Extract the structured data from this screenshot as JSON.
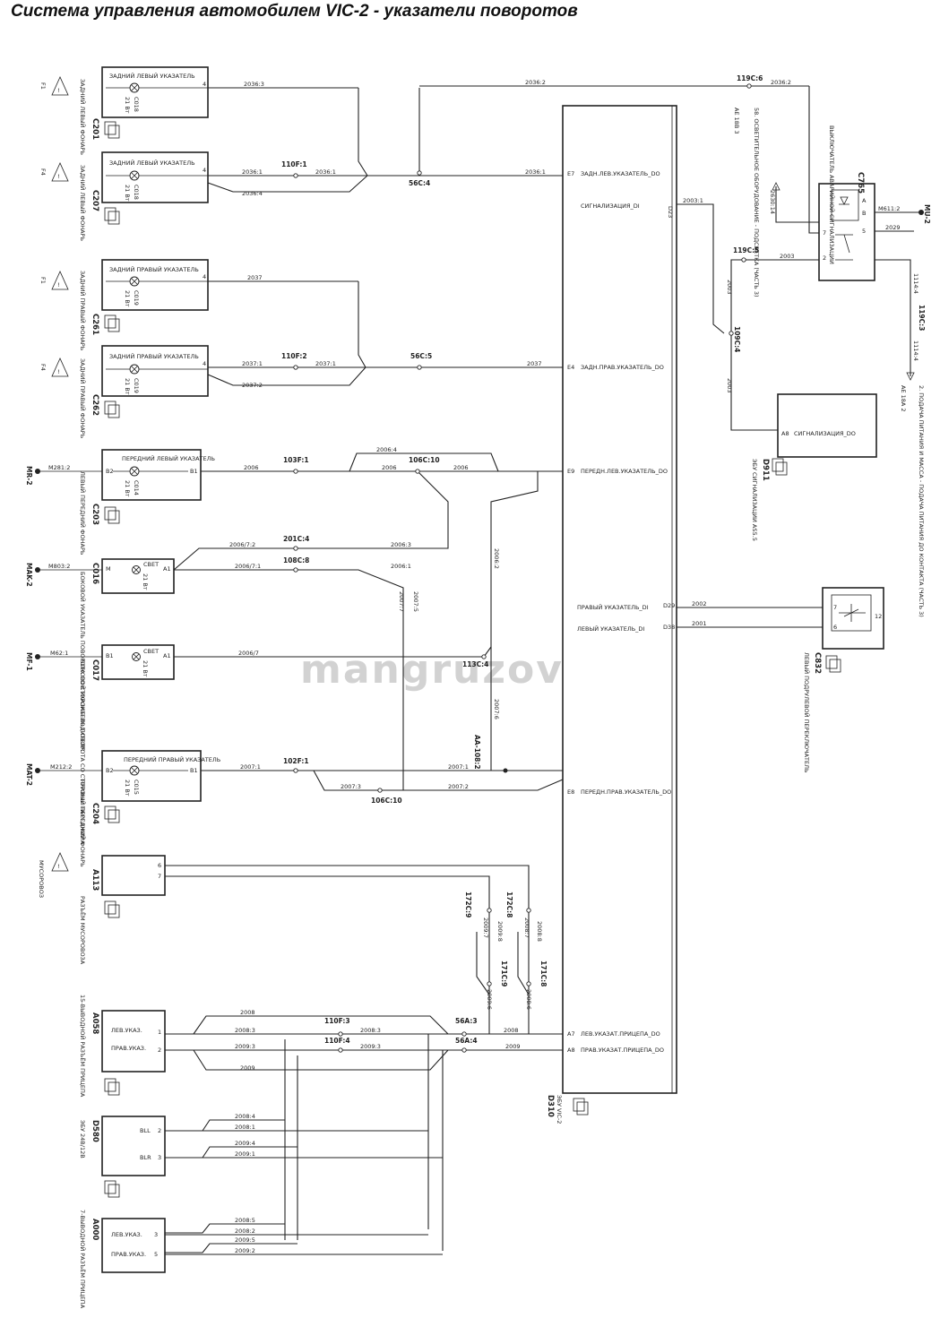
{
  "title": "Система управления автомобилем VIC-2 - указатели поворотов",
  "watermark": "mangruzovik.ru",
  "lamps": [
    {
      "code": "C201",
      "text": "ЗАДНИЙ ЛЕВЫЙ ФОНАРЬ",
      "box_title": "ЗАДНИЙ ЛЕВЫЙ УКАЗАТЕЛЬ",
      "part": "C018",
      "power": "21 Вт",
      "ground": "F1",
      "pin": "4"
    },
    {
      "code": "C207",
      "text": "ЗАДНИЙ ЛЕВЫЙ ФОНАРЬ",
      "box_title": "ЗАДНИЙ ЛЕВЫЙ УКАЗАТЕЛЬ",
      "part": "C018",
      "power": "21 Вт",
      "ground": "F4",
      "pin": "4"
    },
    {
      "code": "C261",
      "text": "ЗАДНИЙ ПРАВЫЙ ФОНАРЬ",
      "box_title": "ЗАДНИЙ ПРАВЫЙ УКАЗАТЕЛЬ",
      "part": "C019",
      "power": "21 Вт",
      "ground": "F1",
      "pin": "4"
    },
    {
      "code": "C262",
      "text": "ЗАДНИЙ ПРАВЫЙ ФОНАРЬ",
      "box_title": "ЗАДНИЙ ПРАВЫЙ УКАЗАТЕЛЬ",
      "part": "C019",
      "power": "21 Вт",
      "ground": "F4",
      "pin": "4"
    }
  ],
  "front_lamps": [
    {
      "code": "C203",
      "text": "ЛЕВЫЙ ПЕРЕДНИЙ ФОНАРЬ",
      "box_title": "ПЕРЕДНИЙ ЛЕВЫЙ УКАЗАТЕЛЬ",
      "part": "C014",
      "power": "21 Вт",
      "ground_label": "MR-2",
      "ground_node": "M281:2",
      "pin_in": "B2",
      "pin_out": "B1"
    },
    {
      "code": "C204",
      "text": "ПРАВЫЙ ПЕРЕДНИЙ ФОНАРЬ",
      "box_title": "ПЕРЕДНИЙ ПРАВЫЙ УКАЗАТЕЛЬ",
      "part": "C015",
      "power": "21 Вт",
      "ground_label": "MAT-2",
      "ground_node": "M212:2",
      "pin_in": "B2",
      "pin_out": "B1"
    }
  ],
  "side_lamps": [
    {
      "code": "C016",
      "text": "БОКОВОЙ УКАЗАТЕЛЬ ПОВОРОТА СО СТОРОНЫ ВОДИТЕЛЯ",
      "box_title": "СВЕТ",
      "power": "21 Вт",
      "ground_label": "MAK-2",
      "ground_node": "M803:2",
      "pin_in": "M",
      "pin_out": "A1"
    },
    {
      "code": "C017",
      "text": "БОКОВОЙ УКАЗАТЕЛЬ ПОВОРОТА СО СТОРОНЫ ПАССАЖИРА",
      "box_title": "СВЕТ",
      "power": "21 Вт",
      "ground_label": "MF-1",
      "ground_node": "M62:1",
      "pin_in": "B1",
      "pin_out": "A1"
    }
  ],
  "wires": {
    "w2036_3": "2036:3",
    "w2036_2": "2036:2",
    "w2036_1a": "2036:1",
    "w2036_1b": "2036:1",
    "w2036_1c": "2036:1",
    "w2036_4": "2036:4",
    "w2037a": "2037",
    "w2037b": "2037",
    "w2037_1a": "2037:1",
    "w2037_1b": "2037:1",
    "w2037_2": "2037:2",
    "w2006a": "2006",
    "w2006b": "2006",
    "w2006c": "2006",
    "w2006_4": "2006:4",
    "w2006_7_2": "2006/7:2",
    "w2006_7_1": "2006/7:1",
    "w2006_3": "2006:3",
    "w2006_1": "2006:1",
    "w2006_7": "2006/7",
    "w2006_2": "2006:2",
    "w2007_5": "2007:5",
    "w2007_7": "2007:7",
    "w2007_6": "2007:6",
    "w2007_1a": "2007:1",
    "w2007_1b": "2007:1",
    "w2007_3": "2007:3",
    "w2007_2": "2007:2",
    "w2003_1": "2003:1",
    "w2003a": "2003",
    "w2003b": "2003",
    "w2003c": "2003",
    "w2029": "2029",
    "w1114_4a": "1114:4",
    "w1114_4b": "1114:4",
    "w2630_14": "2630:14",
    "w2002": "2002",
    "w2001": "2001",
    "w2008a": "2008",
    "w2008b": "2008",
    "w2008_3a": "2008:3",
    "w2008_3b": "2008:3",
    "w2008_6": "2008:6",
    "w2008_7": "2008:7",
    "w2008_8": "2008:8",
    "w2008_4": "2008:4",
    "w2008_1": "2008:1",
    "w2008_5": "2008:5",
    "w2008_2": "2008:2",
    "w2009a": "2009",
    "w2009b": "2009",
    "w2009_3a": "2009:3",
    "w2009_3b": "2009:3",
    "w2009_6": "2009:6",
    "w2009_7": "2009:7",
    "w2009_8": "2009:8",
    "w2009_4": "2009:4",
    "w2009_1": "2009:1",
    "w2009_5": "2009:5",
    "w2009_2": "2009:2"
  },
  "splices": {
    "s110F1": "110F:1",
    "s110F2": "110F:2",
    "s110F3": "110F:3",
    "s110F4": "110F:4",
    "s56C4": "56C:4",
    "s56C5": "56C:5",
    "s56A3": "56A:3",
    "s56A4": "56A:4",
    "s103F1": "103F:1",
    "s106C10a": "106C:10",
    "s106C10b": "106C:10",
    "s201C4": "201C:4",
    "s108C8": "108C:8",
    "s113C4": "113C:4",
    "s102F1": "102F:1",
    "s119C6": "119C:6",
    "s119C5": "119C:5",
    "s109C4": "109C:4",
    "s119C3": "119C:3",
    "s172C9": "172C:9",
    "s172C8": "172C:8",
    "s171C9": "171C:9",
    "s171C8": "171C:8",
    "sAA108": "AA-108:2"
  },
  "ecu": {
    "code": "D310",
    "name": "ЭБУ VIC-2",
    "pins": [
      {
        "pin": "E7",
        "label": "ЗАДН.ЛЕВ.УКАЗАТЕЛЬ_DO"
      },
      {
        "pin": "D23",
        "label": "СИГНАЛИЗАЦИЯ_DI"
      },
      {
        "pin": "E4",
        "label": "ЗАДН.ПРАВ.УКАЗАТЕЛЬ_DO"
      },
      {
        "pin": "E9",
        "label": "ПЕРЕДН.ЛЕВ.УКАЗАТЕЛЬ_DO"
      },
      {
        "pin": "D29",
        "label": "ПРАВЫЙ УКАЗАТЕЛЬ_DI"
      },
      {
        "pin": "D38",
        "label": "ЛЕВЫЙ УКАЗАТЕЛЬ_DI"
      },
      {
        "pin": "E8",
        "label": "ПЕРЕДН.ПРАВ.УКАЗАТЕЛЬ_DO"
      },
      {
        "pin": "A7",
        "label": "ЛЕВ.УКАЗАТ.ПРИЦЕПА_DO"
      },
      {
        "pin": "A8",
        "label": "ПРАВ.УКАЗАТ.ПРИЦЕПА_DO"
      }
    ]
  },
  "hazard_switch": {
    "code": "C765",
    "text": "ВЫКЛЮЧАТЕЛЬ АВАРИЙНОЙ СИГНАЛИЗАЦИИ",
    "ground_node": "M611:2",
    "ground_label": "MU-2",
    "pins": [
      "A",
      "B",
      "5",
      "7",
      "2"
    ],
    "note_left": "58. ОСВЕТИТЕЛЬНОЕ ОБОРУДОВАНИЕ - ПОДСВЕТКА (ЧАСТЬ 3)",
    "note_left2": "AE 18B 3",
    "note_right": "2. ПОДАЧА ПИТАНИЯ И МАССА - ПОДАЧА ПИТАНИЯ ДО КОНТАКТА (ЧАСТЬ 3)",
    "note_right2": "AE 18A 2"
  },
  "alarm_ecu": {
    "code": "D911",
    "name": "ЭБУ СИГНАЛИЗАЦИИ AS5.5",
    "pin": "A8",
    "label": "СИГНАЛИЗАЦИЯ_DO"
  },
  "lever": {
    "code": "C832",
    "name": "ЛЕВЫЙ ПОДРУЛЕВОЙ ПЕРЕКЛЮЧАТЕЛЬ",
    "pins": [
      "7",
      "6",
      "12"
    ]
  },
  "garbage": {
    "code": "A113",
    "name": "РАЗЪЁМ МУСОРОВОЗА",
    "ground": "МУСОРОВОЗ",
    "pins": [
      "6",
      "7"
    ]
  },
  "trailer15": {
    "code": "A058",
    "name": "15-ВЫВОДНОЙ РАЗЪЁМ ПРИЦЕПА",
    "pins": [
      {
        "pin": "1",
        "label": "ЛЕВ.УКАЗ."
      },
      {
        "pin": "2",
        "label": "ПРАВ.УКАЗ."
      }
    ]
  },
  "d580": {
    "code": "D580",
    "name": "ЭБУ 24В/12В",
    "pins": [
      {
        "pin": "2",
        "label": "BLL"
      },
      {
        "pin": "3",
        "label": "BLR"
      }
    ]
  },
  "trailer7": {
    "code": "A000",
    "name": "7-ВЫВОДНОЙ РАЗЪЁМ ПРИЦЕПА",
    "pins": [
      {
        "pin": "3",
        "label": "ЛЕВ.УКАЗ."
      },
      {
        "pin": "5",
        "label": "ПРАВ.УКАЗ."
      }
    ]
  }
}
